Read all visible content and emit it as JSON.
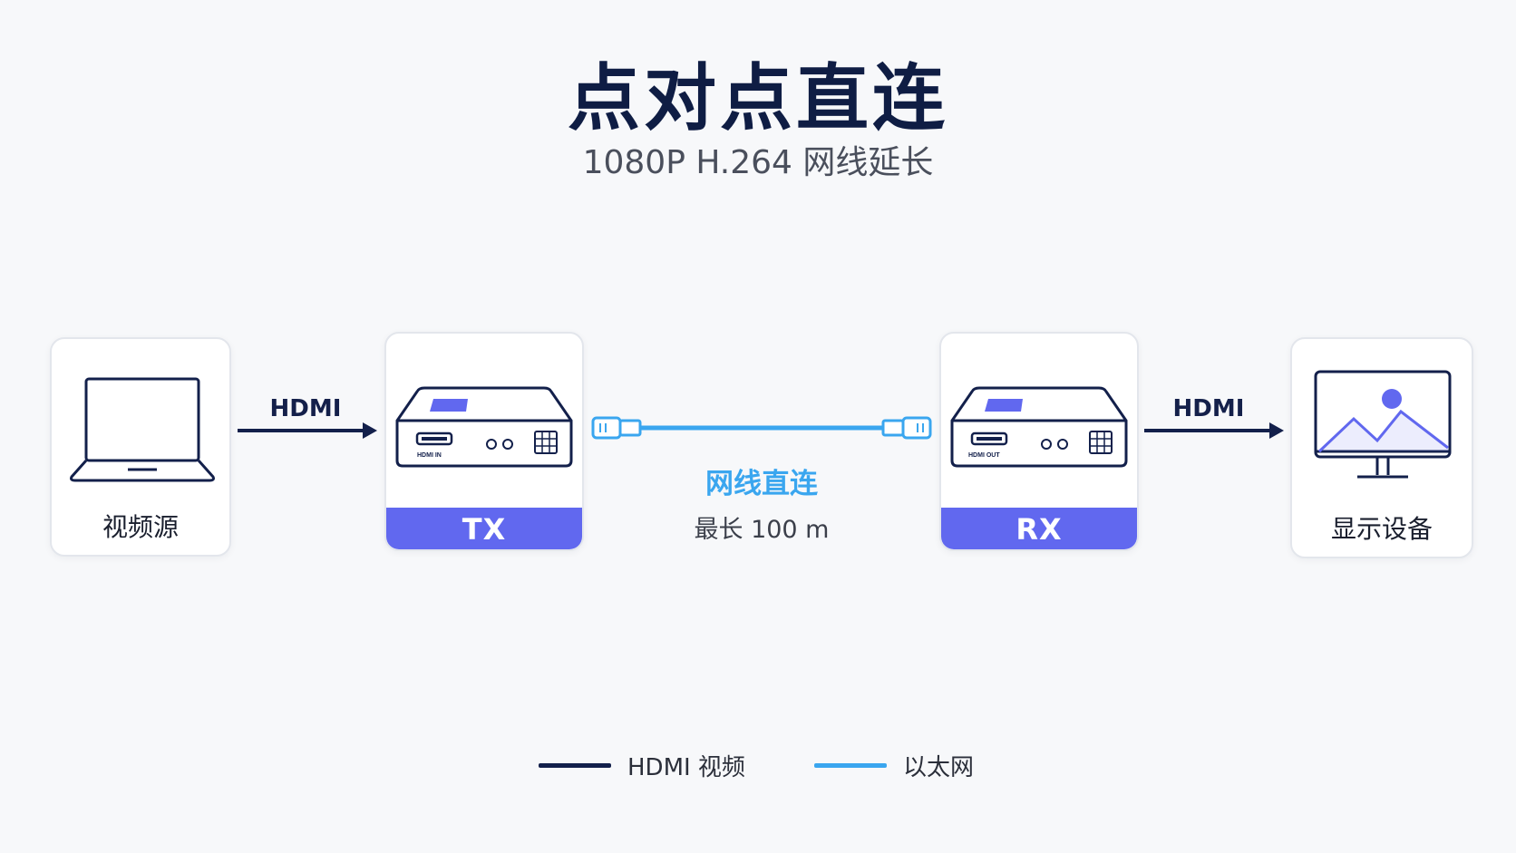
{
  "title": "点对点直连",
  "subtitle": "1080P H.264 网线延长",
  "source": {
    "label": "视频源",
    "icon": "laptop-icon"
  },
  "link_left": {
    "label": "HDMI"
  },
  "tx": {
    "label": "TX",
    "port_label": "HDMI IN",
    "icon": "extender-device-icon"
  },
  "cable": {
    "title": "网线直连",
    "subtitle": "最长 100 m",
    "icon": "ethernet-cable-icon"
  },
  "rx": {
    "label": "RX",
    "port_label": "HDMI OUT",
    "icon": "extender-device-icon"
  },
  "link_right": {
    "label": "HDMI"
  },
  "display": {
    "label": "显示设备",
    "icon": "monitor-icon"
  },
  "legend": [
    {
      "label": "HDMI 视频",
      "color": "#13204b"
    },
    {
      "label": "以太网",
      "color": "#3aa6ef"
    }
  ],
  "colors": {
    "navy": "#13204b",
    "accent": "#6168ef",
    "cable": "#3aa6ef"
  }
}
